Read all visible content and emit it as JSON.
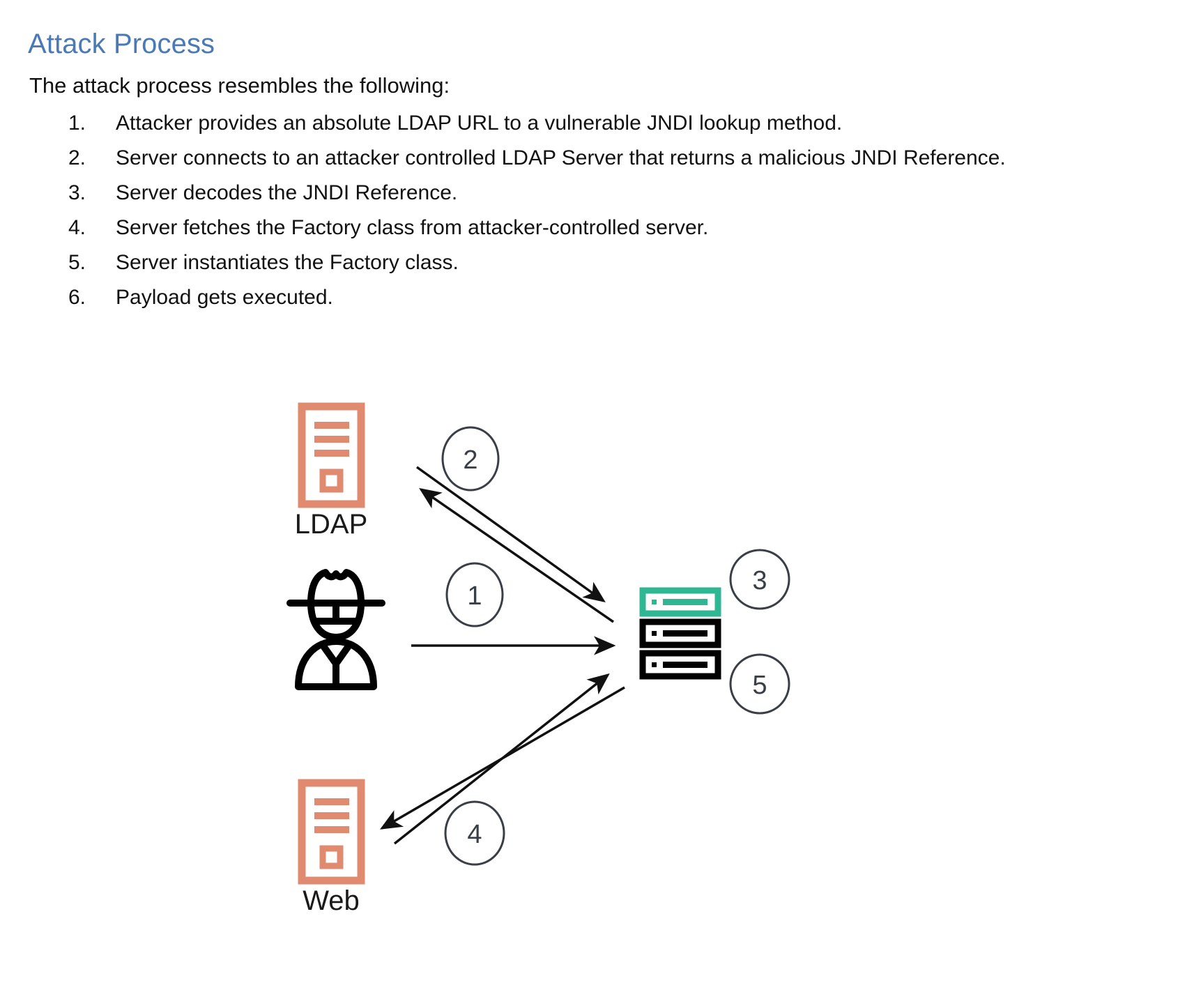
{
  "document": {
    "heading": "Attack Process",
    "intro": "The attack process resembles the following:"
  },
  "steps": [
    {
      "number": "1.",
      "text": "Attacker provides an absolute LDAP URL to a vulnerable JNDI lookup method."
    },
    {
      "number": "2.",
      "text": "Server connects to an attacker controlled LDAP Server that returns a malicious JNDI Reference."
    },
    {
      "number": "3.",
      "text": "Server decodes the JNDI Reference."
    },
    {
      "number": "4.",
      "text": "Server fetches the Factory class from attacker-controlled server."
    },
    {
      "number": "5.",
      "text": "Server instantiates the Factory class."
    },
    {
      "number": "6.",
      "text": "Payload gets executed."
    }
  ],
  "diagram": {
    "nodes": {
      "ldap": {
        "label": "LDAP",
        "icon": "server-tower-icon",
        "color": "#e08a70"
      },
      "attacker": {
        "label": "",
        "icon": "hacker-icon",
        "color": "#000000"
      },
      "web": {
        "label": "Web",
        "icon": "server-tower-icon",
        "color": "#e08a70"
      },
      "target": {
        "label": "",
        "icon": "server-rack-icon",
        "color_active": "#2fb693",
        "color": "#000000"
      }
    },
    "markers": [
      {
        "id": "marker-1",
        "label": "1"
      },
      {
        "id": "marker-2",
        "label": "2"
      },
      {
        "id": "marker-3",
        "label": "3"
      },
      {
        "id": "marker-4",
        "label": "4"
      },
      {
        "id": "marker-5",
        "label": "5"
      }
    ],
    "colors": {
      "accent_salmon": "#e08a70",
      "accent_teal": "#2fb693",
      "heading_blue": "#4a7ab5",
      "line": "#1a1a1a"
    }
  }
}
